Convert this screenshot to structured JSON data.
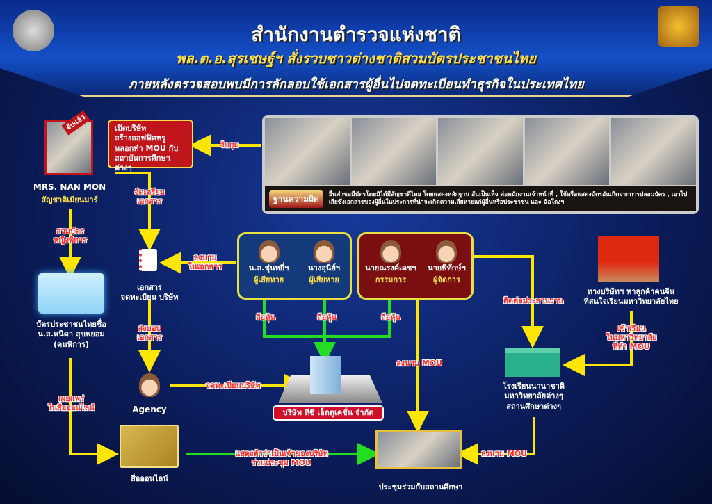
{
  "header": {
    "title": "สำนักงานตำรวจแห่งชาติ",
    "subtitle": "พล.ต.อ.สุรเชษฐ์ฯ สั่งรวบชาวต่างชาติสวมบัตรประชาชนไทย",
    "subtitle2": "ภายหลังตรวจสอบพบมีการลักลอบใช้เอกสารผู้อื่นไปจดทะเบียนทำธุรกิจในประเทศไทย"
  },
  "suspect": {
    "badge": "จับแล้ว",
    "name": "MRS. NAN MON",
    "nationality": "สัญชาติเมียนมาร์",
    "callout": [
      "เปิดบริษัท",
      "สร้างออฟฟิศหรู",
      "หลอกทำ MOU กับ",
      "สถาบันการศึกษาต่างๆ"
    ]
  },
  "offense": {
    "tag": "ฐานความผิด",
    "text": "ยื่นคำขอมีบัตรโดยมิได้มีสัญชาติไทย โดยแสดงหลักฐาน อันเป็นเท็จ ต่อพนักงานเจ้าหน้าที่ , ใช้หรือแสดงบัตรอันเกิดจากการปลอมบัตร , เอาไปเสียซึ่งเอกสารของผู้อื่นในประการที่น่าจะเกิดความเสียหายแก่ผู้อื่นหรือประชาชน และ ฉ้อโกงฯ"
  },
  "labels": {
    "arrest": "จับกุม",
    "prepare_docs": [
      "จัดเตรียม",
      "เอกสาร"
    ],
    "impersonate": [
      "สวมบัตร",
      "หญิงพิการ"
    ],
    "sign_docs": [
      "ลงนาม",
      "ในเอกสาร"
    ],
    "deliver_docs": [
      "ส่งมอบ",
      "เอกสาร"
    ],
    "register": "จดทะเบียนบริษัท",
    "publish": [
      "เผยแพร่",
      "ในสื่อออนไลน์"
    ],
    "shareholder": "ถือหุ้น",
    "sign_mou": "ลงนาม MOU",
    "coordinate": "ติดต่อประสานงาน",
    "enroll": [
      "เข้าเรียน",
      "ในมหาวิทยาลัย",
      "ที่ทำ MOU"
    ],
    "show_owner": [
      "แสดงตัวว่าเป็นเจ้าของบริษัท",
      "ร่วมประชุม MOU"
    ]
  },
  "nodes": {
    "id_card": [
      "บัตรประชาชนไทยชื่อ",
      "น.ส.พนิดา สุขพยอม",
      "(คนพิการ)"
    ],
    "documents": [
      "เอกสาร",
      "จดทะเบียน บริษัท"
    ],
    "agency": "Agency",
    "online_media": "สื่อออนไลน์",
    "company": "บริษัท ทีซี เอ็ดดูเคชั่น จำกัด",
    "meeting": "ประชุมร่วมกับสถานศึกษา",
    "schools": [
      "โรงเรียนนานาชาติ",
      "มหาวิทยาลัยต่างๆ",
      "สถานศึกษาต่างๆ"
    ],
    "chinese": [
      "ทางบริษัทฯ หาลูกค้าคนจีน",
      "ที่สนใจเรียนมหาวิทยาลัยไทย"
    ]
  },
  "victims": [
    {
      "name": "น.ส.ชุ่นหยี่ฯ",
      "role": "ผู้เสียหาย"
    },
    {
      "name": "นางสุนีย์ฯ",
      "role": "ผู้เสียหาย"
    }
  ],
  "staff": [
    {
      "name": "นายณรงค์เดชฯ",
      "role": "กรรมการ"
    },
    {
      "name": "นายพิทักษ์ฯ",
      "role": "ผู้จัดการ"
    }
  ],
  "colors": {
    "yellow": "#ffe600",
    "green": "#22dd22",
    "red": "#c0151b"
  }
}
